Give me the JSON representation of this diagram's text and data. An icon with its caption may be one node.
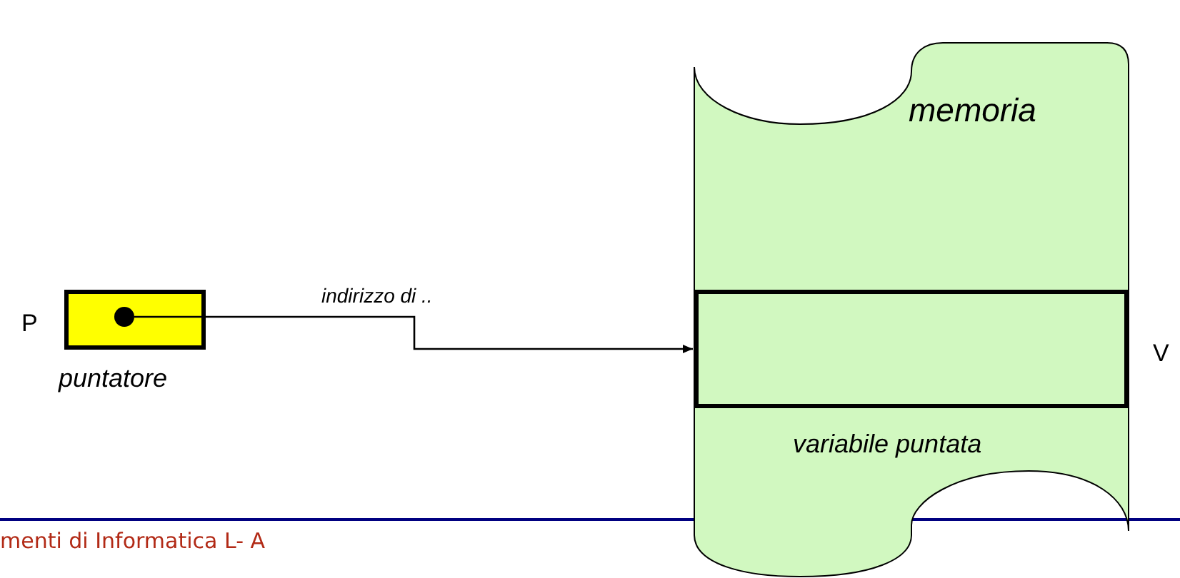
{
  "diagram": {
    "nodes": [
      {
        "text": [
          "memoria"
        ]
      },
      {
        "text": [
          "variabile puntata"
        ],
        "in": 0,
        "beside": [
          "V"
        ]
      },
      {
        "text": [
          "puntatore"
        ],
        "beside": [
          "P"
        ]
      },
      {
        "text": [],
        "shape": "circle",
        "in": 2
      }
    ],
    "edges": [
      {
        "from": 3,
        "to": 1,
        "arrow": "to",
        "label": "indirizzo di .."
      }
    ],
    "labels": [
      "menti di Informatica L- A"
    ]
  }
}
